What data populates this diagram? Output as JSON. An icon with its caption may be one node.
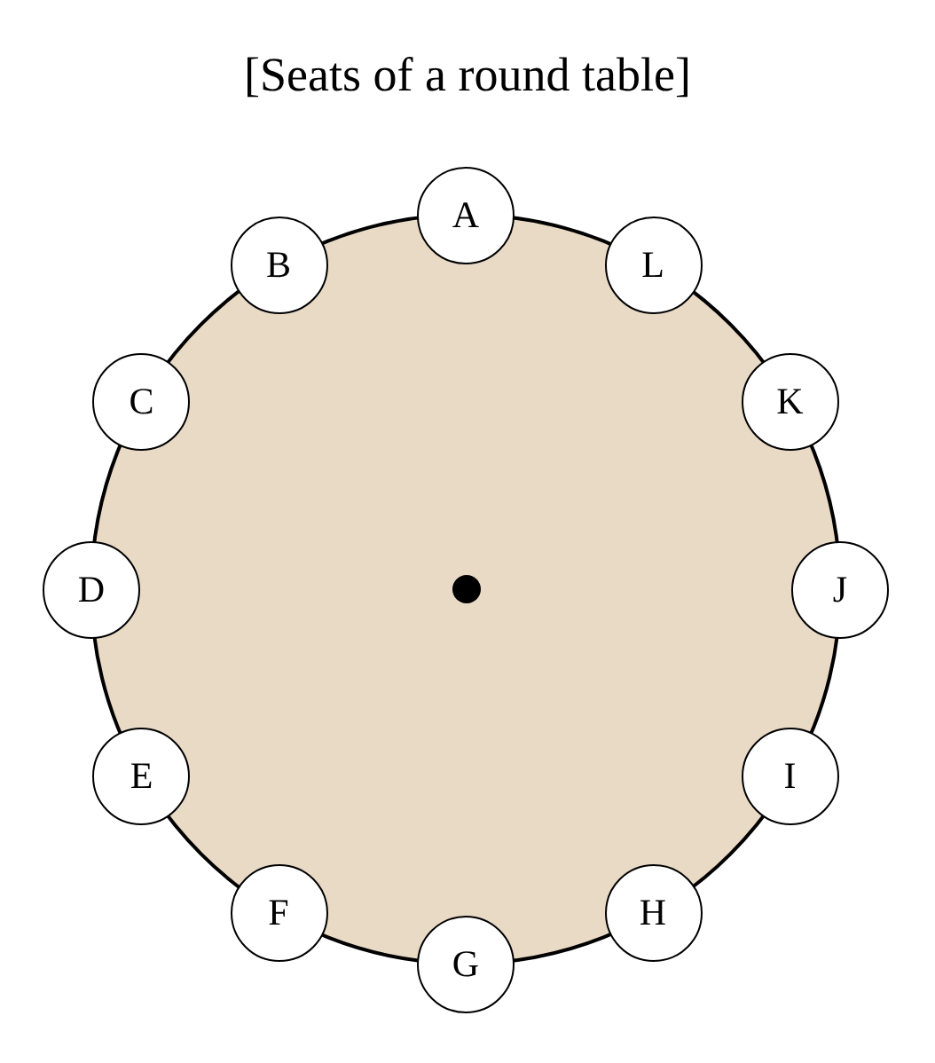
{
  "diagram": {
    "title": "[Seats of a round table]",
    "nodes": [
      {
        "text": [
          "A"
        ]
      },
      {
        "text": [
          "B"
        ]
      },
      {
        "text": [
          "C"
        ]
      },
      {
        "text": [
          "D"
        ]
      },
      {
        "text": [
          "E"
        ]
      },
      {
        "text": [
          "F"
        ]
      },
      {
        "text": [
          "G"
        ]
      },
      {
        "text": [
          "H"
        ]
      },
      {
        "text": [
          "I"
        ]
      },
      {
        "text": [
          "J"
        ]
      },
      {
        "text": [
          "K"
        ]
      },
      {
        "text": [
          "L"
        ]
      }
    ]
  }
}
